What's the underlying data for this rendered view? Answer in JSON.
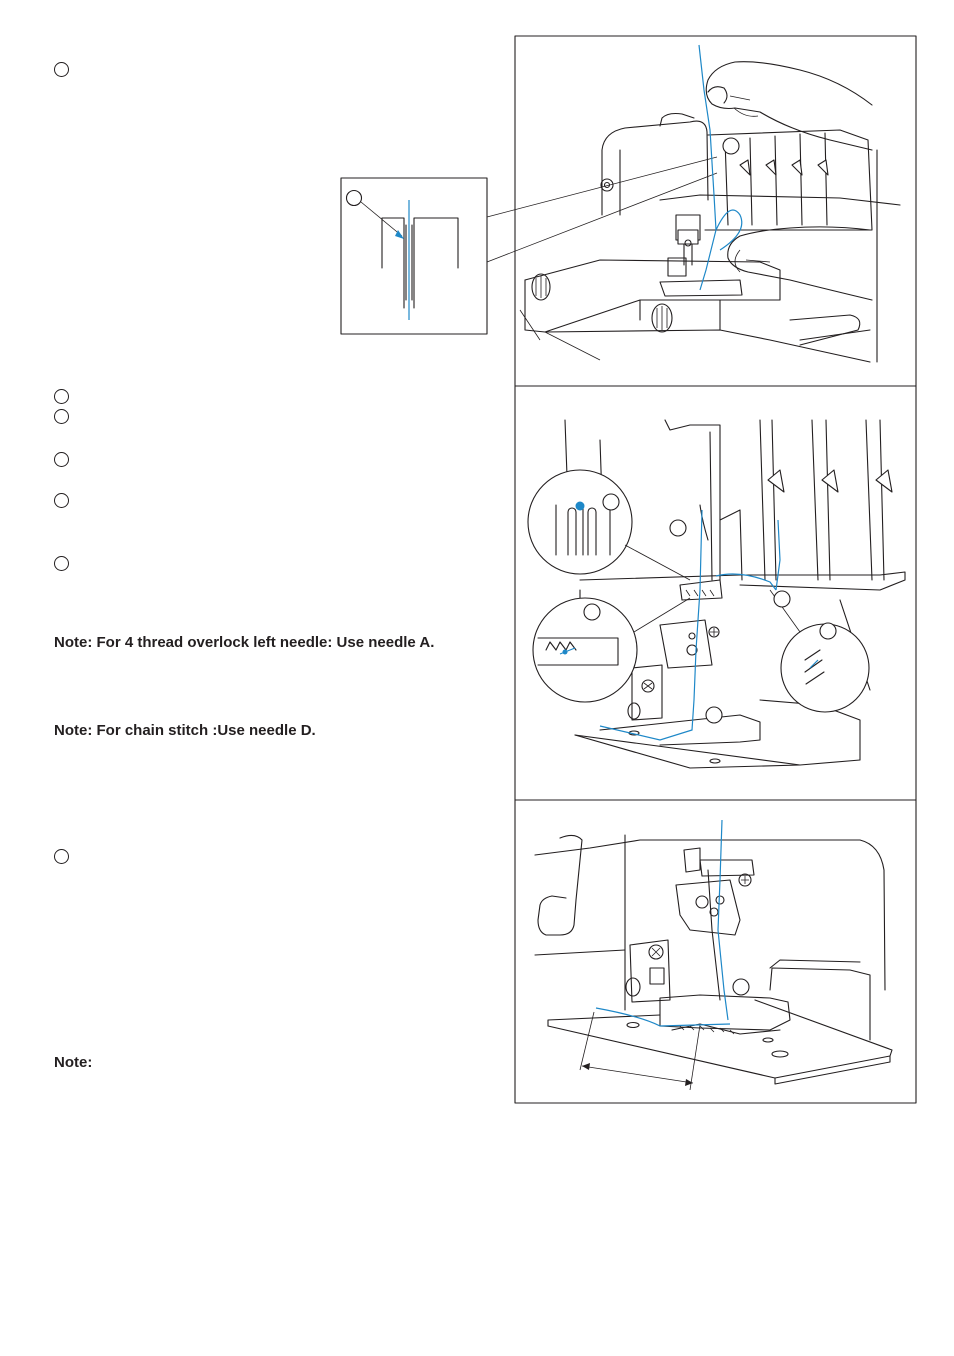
{
  "notes": {
    "note_4thread": "Note: For 4 thread overlock left needle: Use needle A.",
    "note_chain": "Note: For chain stitch :Use needle D.",
    "note_plain": "Note:"
  },
  "colors": {
    "thread": "#1e88c8",
    "ink": "#231f20"
  }
}
